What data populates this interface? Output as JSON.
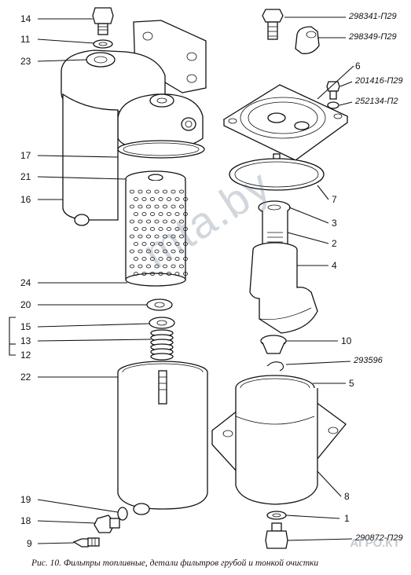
{
  "figure": {
    "caption": "Рис. 10. Фильтры топливные, детали фильтров грубой и тонкой очистки",
    "watermark": "mta.by",
    "corner_logo": "АГРО.КТ"
  },
  "labels_left": [
    {
      "id": "l14",
      "text": "14"
    },
    {
      "id": "l11",
      "text": "11"
    },
    {
      "id": "l23",
      "text": "23"
    },
    {
      "id": "l17",
      "text": "17"
    },
    {
      "id": "l21",
      "text": "21"
    },
    {
      "id": "l16",
      "text": "16"
    },
    {
      "id": "l24",
      "text": "24"
    },
    {
      "id": "l20",
      "text": "20"
    },
    {
      "id": "l15",
      "text": "15"
    },
    {
      "id": "l13",
      "text": "13"
    },
    {
      "id": "l12",
      "text": "12"
    },
    {
      "id": "l22",
      "text": "22"
    },
    {
      "id": "l19",
      "text": "19"
    },
    {
      "id": "l18",
      "text": "18"
    },
    {
      "id": "l9",
      "text": "9"
    }
  ],
  "labels_right": [
    {
      "id": "r6",
      "text": "6"
    },
    {
      "id": "r7",
      "text": "7"
    },
    {
      "id": "r3",
      "text": "3"
    },
    {
      "id": "r2",
      "text": "2"
    },
    {
      "id": "r4",
      "text": "4"
    },
    {
      "id": "r10",
      "text": "10"
    },
    {
      "id": "r5",
      "text": "5"
    },
    {
      "id": "r8",
      "text": "8"
    },
    {
      "id": "r1",
      "text": "1"
    }
  ],
  "part_codes": [
    {
      "id": "c1",
      "text": "298341-П29"
    },
    {
      "id": "c2",
      "text": "298349-П29"
    },
    {
      "id": "c3",
      "text": "201416-П29"
    },
    {
      "id": "c4",
      "text": "252134-П2"
    },
    {
      "id": "c5",
      "text": "293596"
    },
    {
      "id": "c6",
      "text": "290872-П29"
    }
  ]
}
